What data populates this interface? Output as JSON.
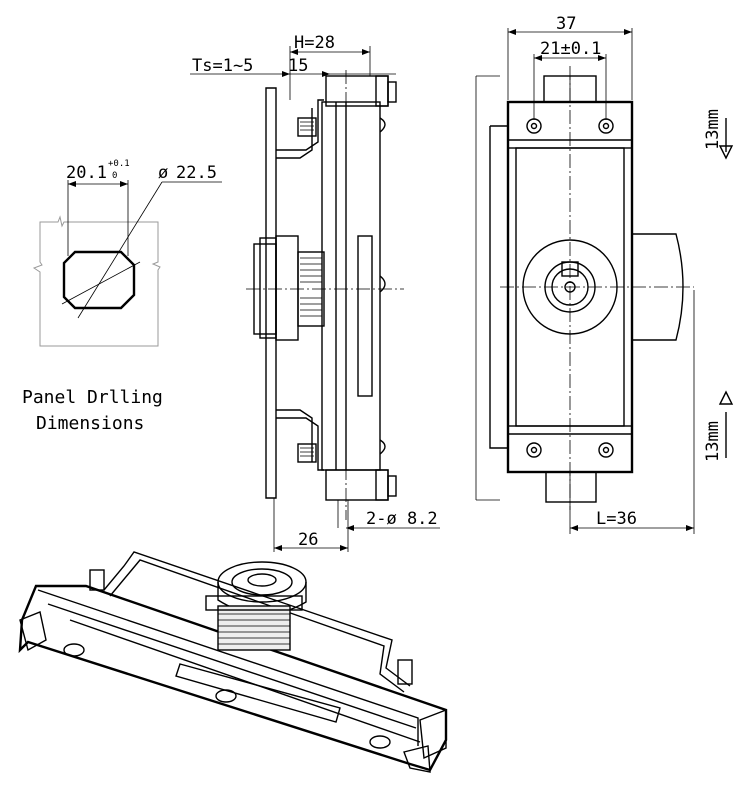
{
  "drilling": {
    "width_dim": "20.1",
    "tol_upper": "+0.1",
    "tol_lower": "0",
    "diameter_dim": "22.5",
    "caption_line1": "Panel Drlling",
    "caption_line2": "Dimensions"
  },
  "side_view": {
    "ts_label": "Ts=1~5",
    "h_label": "H=28",
    "dim_15": "15",
    "dim_26": "26",
    "holes_label": "2-ø 8.2"
  },
  "front_view": {
    "width_37": "37",
    "hole_pitch": "21±0.1",
    "length_label": "L=36",
    "travel_top": "13mm",
    "travel_bottom": "13mm"
  },
  "colors": {
    "line": "#000000",
    "panel_outline": "#9a9a9a",
    "background": "#ffffff"
  }
}
